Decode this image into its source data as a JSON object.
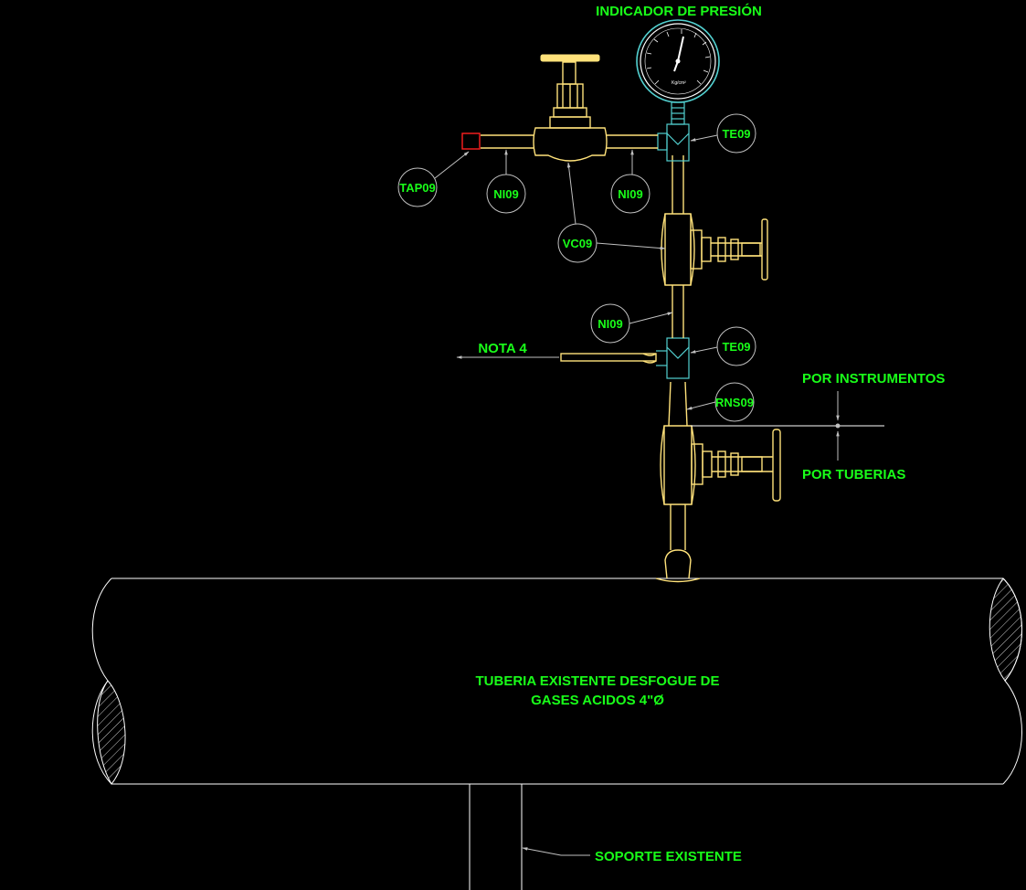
{
  "labels": {
    "pressure_indicator": "INDICADOR DE PRESIÓN",
    "te09_top": "TE09",
    "tap09": "TAP09",
    "ni09_left": "NI09",
    "ni09_right": "NI09",
    "vc09": "VC09",
    "ni09_mid": "NI09",
    "nota4": "NOTA 4",
    "te09_mid": "TE09",
    "por_instrumentos": "POR INSTRUMENTOS",
    "rns09": "RNS09",
    "por_tuberias": "POR TUBERIAS",
    "main_pipe_line1": "TUBERIA EXISTENTE DESFOGUE DE",
    "main_pipe_line2": "GASES ACIDOS 4\"Ø",
    "support": "SOPORTE EXISTENTE"
  },
  "gauge": {
    "unit": "Kg/cm²"
  },
  "colors": {
    "background": "#000000",
    "label_text": "#19ff19",
    "pipe": "#ffe27a",
    "fitting": "#52d0d0",
    "line": "#ffffff",
    "tap_marker": "#ff2020"
  }
}
